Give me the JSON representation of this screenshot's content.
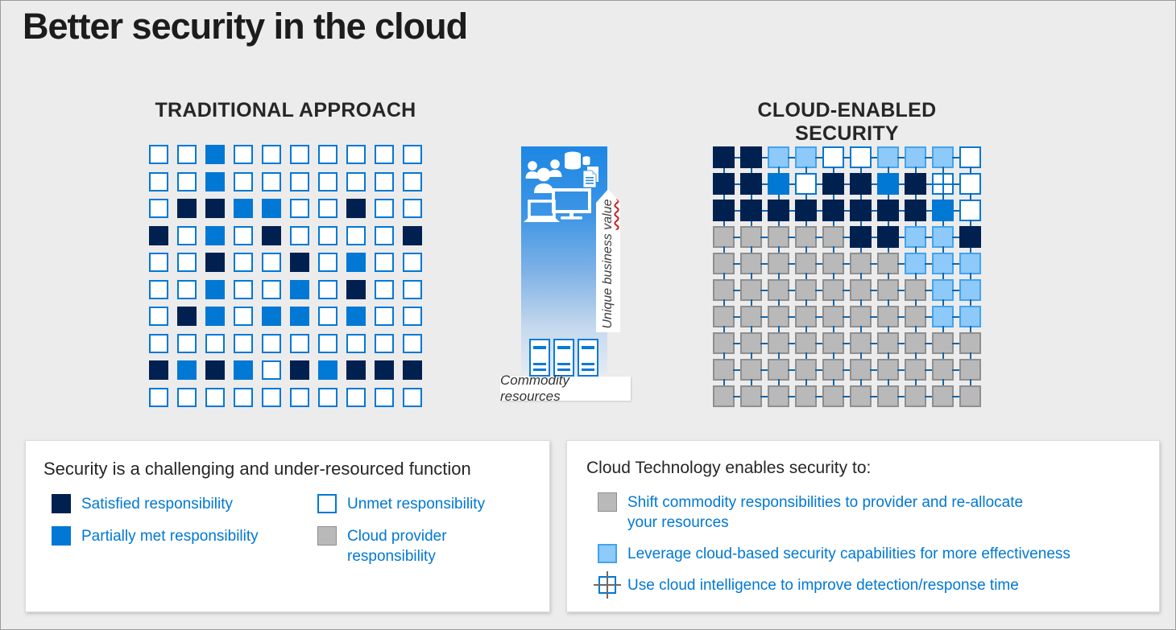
{
  "page": {
    "title": "Better security in the cloud"
  },
  "sections": {
    "left": {
      "heading": "TRADITIONAL APPROACH",
      "grid": [
        "WWBWWWWWWW",
        "WWBWWWWWWW",
        "WNNBBWWNWW",
        "NWBWNWWWWN",
        "WWNWWNWBWW",
        "WWBWWBWNWW",
        "WNBWBBWBWW",
        "WWWWWWWWWW",
        "NBNBWNBNNN",
        "WWWWWWWWWW"
      ]
    },
    "middle": {
      "ribbon_label_start": "Unique business ",
      "ribbon_label_emphasis": "value",
      "commodity_label": "Commodity resources"
    },
    "right": {
      "heading": "CLOUD-ENABLED SECURITY",
      "grid": [
        "NNLLWWLLLW",
        "NNBWNNBNQW",
        "NNNNNNNNBW",
        "GGGGGNNLLN",
        "GGGGGGGLLL",
        "GGGGGGGGLL",
        "GGGGGGGGLL",
        "GGGGGGGGGG",
        "GGGGGGGGGG",
        "GGGGGGGGGG"
      ]
    }
  },
  "cell_legend": {
    "W": "unmet-responsibility",
    "B": "partially-met-responsibility",
    "N": "satisfied-responsibility",
    "L": "cloud-security-capability",
    "G": "cloud-provider-responsibility",
    "Q": "cloud-intelligence-node"
  },
  "legend_left": {
    "title": "Security is a challenging and under-resourced function",
    "items": [
      {
        "swatch": "navy",
        "label": "Satisfied responsibility"
      },
      {
        "swatch": "blue",
        "label": "Partially met responsibility"
      },
      {
        "swatch": "white",
        "label": "Unmet responsibility"
      },
      {
        "swatch": "gray",
        "label": "Cloud provider\nresponsibility"
      }
    ]
  },
  "legend_right": {
    "title": "Cloud Technology enables security to:",
    "items": [
      {
        "swatch": "gray",
        "label": "Shift commodity responsibilities to provider and re-allocate\nyour resources"
      },
      {
        "swatch": "lightblue",
        "label": "Leverage cloud-based security capabilities for more effectiveness"
      },
      {
        "swatch": "node",
        "label": "Use cloud intelligence to improve detection/response time"
      }
    ]
  },
  "colors": {
    "navy": "#002050",
    "blue": "#0078d4",
    "light_blue": "#8dc9f9",
    "light_blue_border": "#42a4ee",
    "gray": "#b9b9b9",
    "gray_border": "#8f8f8f",
    "connector": "#1565a7",
    "legend_text": "#0078d4",
    "squiggle_red": "#cc2222"
  }
}
